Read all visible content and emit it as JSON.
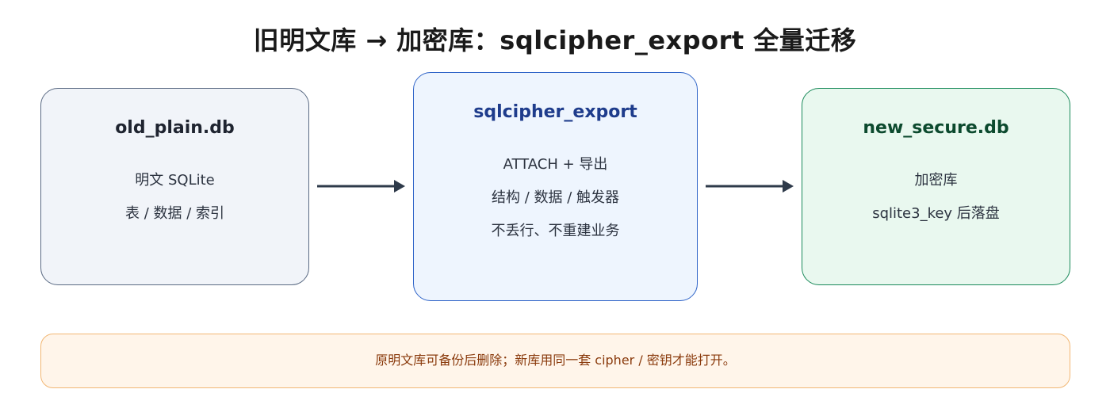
{
  "title": "旧明文库 → 加密库：sqlcipher_export 全量迁移",
  "source": {
    "name": "old_plain.db",
    "lines": [
      "明文 SQLite",
      "表 / 数据 / 索引"
    ]
  },
  "process": {
    "name": "sqlcipher_export",
    "lines": [
      "ATTACH + 导出",
      "结构 / 数据 / 触发器",
      "不丢行、不重建业务"
    ]
  },
  "target": {
    "name": "new_secure.db",
    "lines": [
      "加密库",
      "sqlite3_key 后落盘"
    ]
  },
  "note": "原明文库可备份后删除；新库用同一套 cipher / 密钥才能打开。",
  "colors": {
    "source_border": "#5b6b84",
    "process_border": "#2f64c8",
    "target_border": "#1a8a5a",
    "note_border": "#f2b774",
    "arrow": "#2e3a4a"
  }
}
